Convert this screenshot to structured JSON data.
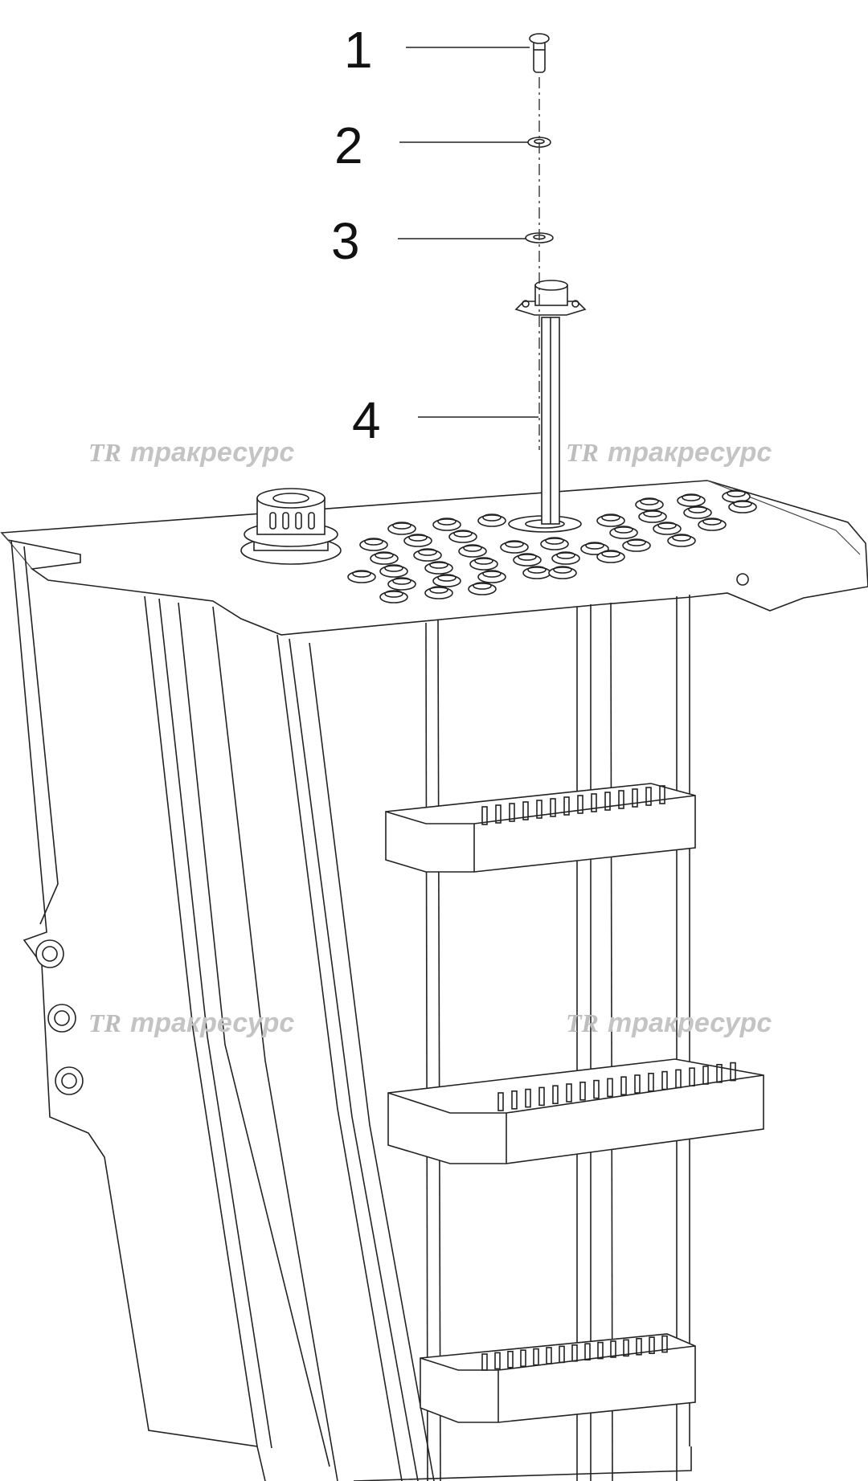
{
  "callouts": [
    {
      "label": "1"
    },
    {
      "label": "2"
    },
    {
      "label": "3"
    },
    {
      "label": "4"
    }
  ],
  "watermark": {
    "logo": "TR",
    "text": "тракресурс",
    "color": "#c4c4c4"
  },
  "colors": {
    "line": "#222222",
    "background": "#ffffff"
  }
}
